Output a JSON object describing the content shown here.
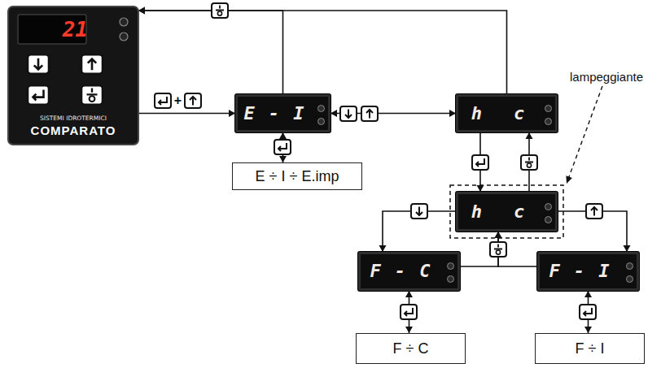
{
  "diagram": {
    "nodes": [
      {
        "text": [
          "21",
          "SISTEMI IDROTERMICI",
          "COMPARATO"
        ]
      },
      {
        "text": [
          "E - I"
        ]
      },
      {
        "text": [
          "h c"
        ]
      },
      {
        "text": [
          "E ÷ I ÷ E.imp"
        ]
      },
      {
        "text": [
          "h c"
        ]
      },
      {
        "text": [
          "F - C"
        ]
      },
      {
        "text": [
          "F - I"
        ]
      },
      {
        "text": [
          "F ÷ C"
        ]
      },
      {
        "text": [
          "F ÷ I"
        ]
      }
    ],
    "edges": [
      {
        "from": 0,
        "to": 1,
        "arrow": "to"
      },
      {
        "from": 1,
        "to": 2,
        "arrow": "both"
      },
      {
        "from": 1,
        "to": 3,
        "arrow": "both"
      },
      {
        "from": 1,
        "to": 0,
        "arrow": "to"
      },
      {
        "from": 2,
        "to": 0,
        "arrow": "to"
      },
      {
        "from": 2,
        "to": 4,
        "arrow": "to"
      },
      {
        "from": 4,
        "to": 2,
        "arrow": "to"
      },
      {
        "from": 4,
        "to": 5,
        "arrow": "to"
      },
      {
        "from": 4,
        "to": 6,
        "arrow": "to"
      },
      {
        "from": 5,
        "to": 4,
        "arrow": "to"
      },
      {
        "from": 6,
        "to": 4,
        "arrow": "to"
      },
      {
        "from": 5,
        "to": 7,
        "arrow": "both"
      },
      {
        "from": 6,
        "to": 8,
        "arrow": "both"
      }
    ],
    "labels": [
      "+",
      "lampeggiante"
    ]
  }
}
